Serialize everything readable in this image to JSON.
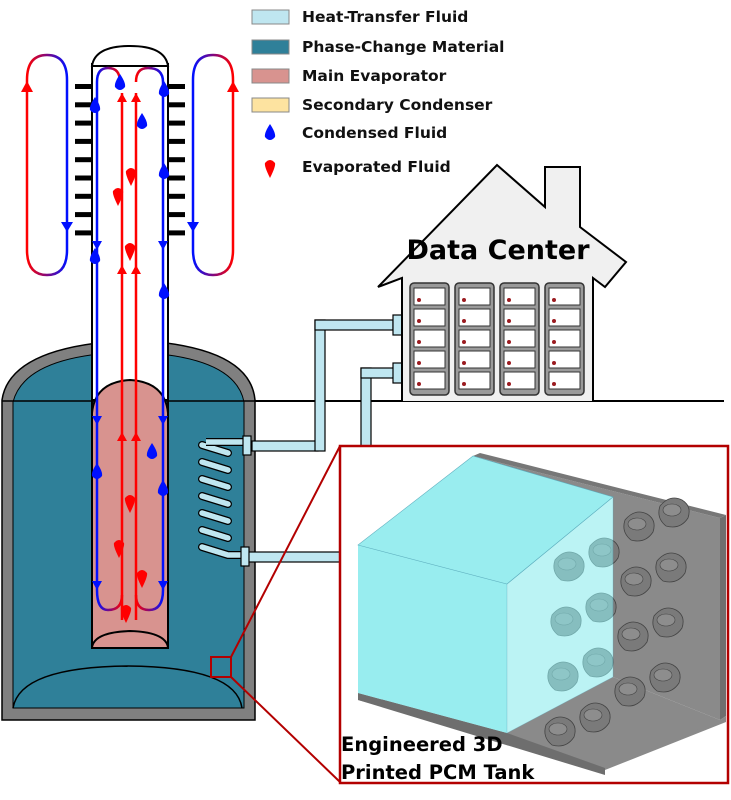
{
  "colors": {
    "heat_transfer_fluid": "#bfe6f0",
    "phase_change_material": "#2f8099",
    "main_evaporator": "#d8938f",
    "secondary_condenser": "#fde3a0",
    "condensed_fluid": "#0010ff",
    "evaporated_fluid": "#ff0000",
    "tank_shell": "#808080",
    "inset_frame": "#b30000",
    "inset_fluid": "#8fecee",
    "inset_metal": "#8a8a8a",
    "house_fill": "#f0f0f0",
    "server_dot": "#9b1b20"
  },
  "legend": [
    {
      "label": "Heat-Transfer Fluid",
      "kind": "swatch",
      "color_key": "heat_transfer_fluid"
    },
    {
      "label": "Phase-Change Material",
      "kind": "swatch",
      "color_key": "phase_change_material"
    },
    {
      "label": "Main Evaporator",
      "kind": "swatch",
      "color_key": "main_evaporator"
    },
    {
      "label": "Secondary Condenser",
      "kind": "swatch",
      "color_key": "secondary_condenser"
    },
    {
      "label": "Condensed Fluid",
      "kind": "droplet",
      "color_key": "condensed_fluid"
    },
    {
      "label": "Evaporated Fluid",
      "kind": "droplet",
      "color_key": "evaporated_fluid"
    }
  ],
  "data_center": {
    "title": "Data Center",
    "server_racks": 4,
    "servers_per_rack": 5
  },
  "inset": {
    "caption_line1": "Engineered 3D",
    "caption_line2": "Printed PCM Tank"
  },
  "condenser_fins_per_side": 9,
  "coil_turns": 7
}
